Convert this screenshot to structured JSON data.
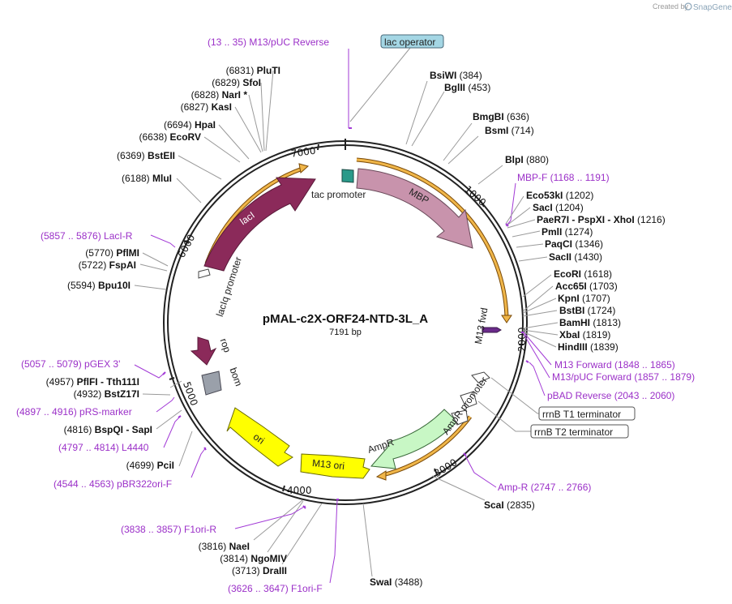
{
  "credit": {
    "created_by": "Created by",
    "brand": "SnapGene"
  },
  "map": {
    "name": "pMAL-c2X-ORF24-NTD-3L_A",
    "length": "7191 bp"
  },
  "ticks": [
    "1000",
    "2000",
    "3000",
    "4000",
    "5000",
    "6000",
    "7000"
  ],
  "features": {
    "mbp": "MBP",
    "laci": "lacI",
    "ampr": "AmpR",
    "ori": "ori",
    "m13ori": "M13 ori",
    "rop": "rop",
    "bom": "bom",
    "tac_promoter": "tac promoter",
    "laciq_promoter": "lacIq promoter",
    "ampr_promoter": "AmpR promoter",
    "m13fwd": "M13 fwd",
    "lac_operator": "lac operator",
    "rrnb_t1": "rrnB T1 terminator",
    "rrnb_t2": "rrnB T2 terminator"
  },
  "labels": [
    {
      "k": "p_m13rev",
      "t": "(13 .. 35)  M13/pUC Reverse",
      "c": "prim"
    },
    {
      "k": "e_bsiwi",
      "n": "BsiWI",
      "p": "(384)"
    },
    {
      "k": "e_bglii",
      "n": "BglII",
      "p": "(453)"
    },
    {
      "k": "e_bmgbi",
      "n": "BmgBI",
      "p": "(636)"
    },
    {
      "k": "e_bsmi",
      "n": "BsmI",
      "p": "(714)"
    },
    {
      "k": "e_blpi",
      "n": "BlpI",
      "p": "(880)"
    },
    {
      "k": "p_mbpf",
      "t": "MBP-F   (1168 .. 1191)",
      "c": "prim"
    },
    {
      "k": "e_eco53ki",
      "n": "Eco53kI",
      "p": "(1202)"
    },
    {
      "k": "e_saci",
      "n": "SacI",
      "p": "(1204)"
    },
    {
      "k": "e_paer7i",
      "n": "PaeR7I  - PspXI  - XhoI",
      "p": "(1216)"
    },
    {
      "k": "e_pmli",
      "n": "PmlI",
      "p": "(1274)"
    },
    {
      "k": "e_paqci",
      "n": "PaqCI",
      "p": "(1346)"
    },
    {
      "k": "e_sacii",
      "n": "SacII",
      "p": "(1430)"
    },
    {
      "k": "e_ecori",
      "n": "EcoRI",
      "p": "(1618)"
    },
    {
      "k": "e_acc65i",
      "n": "Acc65I",
      "p": "(1703)"
    },
    {
      "k": "e_kpni",
      "n": "KpnI",
      "p": "(1707)"
    },
    {
      "k": "e_bstbi",
      "n": "BstBI",
      "p": "(1724)"
    },
    {
      "k": "e_bamhi",
      "n": "BamHI",
      "p": "(1813)"
    },
    {
      "k": "e_xbai",
      "n": "XbaI",
      "p": "(1819)"
    },
    {
      "k": "e_hindiii",
      "n": "HindIII",
      "p": "(1839)"
    },
    {
      "k": "p_m13fwd",
      "t": "M13 Forward   (1848 .. 1865)",
      "c": "prim"
    },
    {
      "k": "p_m13pucfwd",
      "t": "M13/pUC Forward   (1857 .. 1879)",
      "c": "prim"
    },
    {
      "k": "p_pbadrev",
      "t": "pBAD Reverse   (2043 .. 2060)",
      "c": "prim"
    },
    {
      "k": "p_ampr",
      "t": "Amp-R   (2747 .. 2766)",
      "c": "prim"
    },
    {
      "k": "e_scai",
      "n": "ScaI",
      "p": "(2835)"
    },
    {
      "k": "e_swai",
      "n": "SwaI",
      "p": "(3488)"
    },
    {
      "k": "p_f1orif",
      "t": "(3626 .. 3647)  F1ori-F",
      "c": "prim"
    },
    {
      "k": "e_draiii",
      "n": "DraIII",
      "p": "(3713)",
      "left": true
    },
    {
      "k": "e_ngomiv",
      "n": "NgoMIV",
      "p": "(3814)",
      "left": true
    },
    {
      "k": "e_naei",
      "n": "NaeI",
      "p": "(3816)",
      "left": true
    },
    {
      "k": "p_f1orir",
      "t": "(3838 .. 3857)  F1ori-R",
      "c": "prim"
    },
    {
      "k": "p_pbr322",
      "t": "(4544 .. 4563)  pBR322ori-F",
      "c": "prim"
    },
    {
      "k": "e_pcii",
      "n": "PciI",
      "p": "(4699)",
      "left": true
    },
    {
      "k": "p_l4440",
      "t": "(4797 .. 4814)  L4440",
      "c": "prim"
    },
    {
      "k": "e_bspqi",
      "n": "BspQI   - SapI",
      "p": "(4816)",
      "left": true
    },
    {
      "k": "p_rsmarker",
      "t": "(4897 .. 4916)  pRS-marker",
      "c": "prim"
    },
    {
      "k": "e_bstz17i",
      "n": "BstZ17I",
      "p": "(4932)",
      "left": true
    },
    {
      "k": "e_pflfi",
      "n": "PflFI   - Tth111I",
      "p": "(4957)",
      "left": true
    },
    {
      "k": "p_pgex3",
      "t": "(5057 .. 5079)  pGEX 3'",
      "c": "prim"
    },
    {
      "k": "e_bpu10i",
      "n": "Bpu10I",
      "p": "(5594)",
      "left": true
    },
    {
      "k": "e_fspai",
      "n": "FspAI",
      "p": "(5722)",
      "left": true
    },
    {
      "k": "e_pflmi",
      "n": "PflMI",
      "p": "(5770)",
      "left": true
    },
    {
      "k": "p_lacir",
      "t": "(5857 .. 5876)  LacI-R",
      "c": "prim"
    },
    {
      "k": "e_mlui",
      "n": "MluI",
      "p": "(6188)",
      "left": true
    },
    {
      "k": "e_bsteii",
      "n": "BstEII",
      "p": "(6369)",
      "left": true
    },
    {
      "k": "e_ecorv",
      "n": "EcoRV",
      "p": "(6638)",
      "left": true
    },
    {
      "k": "e_hpai",
      "n": "HpaI",
      "p": "(6694)",
      "left": true
    },
    {
      "k": "e_kasi",
      "n": "KasI",
      "p": "(6827)",
      "left": true
    },
    {
      "k": "e_nari",
      "n": "NarI *",
      "p": "(6828)",
      "left": true
    },
    {
      "k": "e_sfoi",
      "n": "SfoI",
      "p": "(6829)",
      "left": true
    },
    {
      "k": "e_pluti",
      "n": "PluTI",
      "p": "(6831)",
      "left": true
    }
  ]
}
